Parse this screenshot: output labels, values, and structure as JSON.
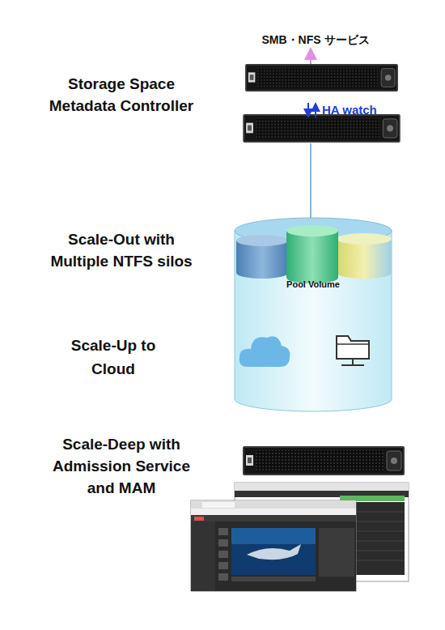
{
  "diagram": {
    "nodes": [
      {
        "text": [
          "Pool Volume"
        ]
      }
    ],
    "labels": [
      "SMB・NFS サービス",
      "Storage Space Metadata Controller",
      "HA watch",
      "Scale-Out with Multiple NTFS silos",
      "Scale-Up to Cloud",
      "Scale-Deep with Admission Service and MAM"
    ]
  }
}
